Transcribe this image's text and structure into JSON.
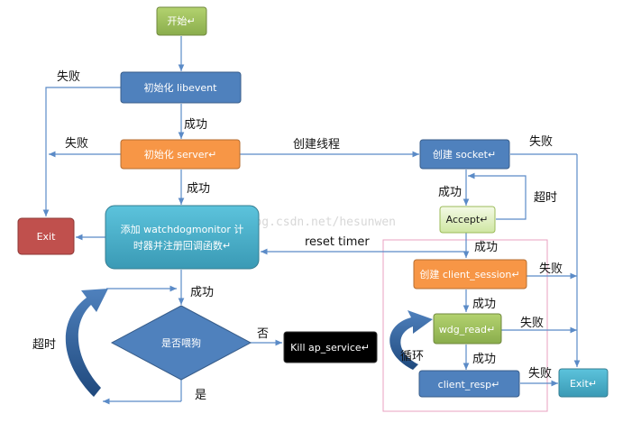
{
  "colors": {
    "blue_box": "#4f81bd",
    "orange_box": "#f79646",
    "green_box": "#9bbb59",
    "red_box": "#c0504d",
    "cyan_box": "#4bacc6",
    "dark_blue_box": "#1f497d",
    "edge": "#5b8bc7",
    "pink_frame": "#e8a0c0"
  },
  "nodes": {
    "start": "开始↵",
    "init_libevent": "初始化 libevent",
    "init_server": "初始化 server↵",
    "add_watchdog_line1": "添加 watchdogmonitor 计",
    "add_watchdog_line2": "时器并注册回调函数↵",
    "exit_left": "Exit",
    "decision": "是否喂狗",
    "kill": "Kill ap_service↵",
    "create_socket": "创建 socket↵",
    "accept": "Accept↵",
    "create_client_session": "创建 client_session↵",
    "wdg_read": "wdg_read↵",
    "client_resp": "client_resp↵",
    "exit_right": "Exit↵"
  },
  "labels": {
    "fail_1": "失败",
    "fail_2": "失败",
    "success_1": "成功",
    "success_2": "成功",
    "success_3": "成功",
    "create_thread": "创建线程",
    "fail_socket": "失败",
    "success_socket": "成功",
    "timeout_accept": "超时",
    "reset_timer": "reset timer",
    "success_accept": "成功",
    "fail_session": "失败",
    "success_session": "成功",
    "fail_wdg": "失败",
    "loop": "循环",
    "success_wdg": "成功",
    "fail_resp": "失败",
    "no": "否",
    "yes": "是",
    "timeout_left": "超时"
  },
  "watermark": "http://blog.csdn.net/hesunwen"
}
